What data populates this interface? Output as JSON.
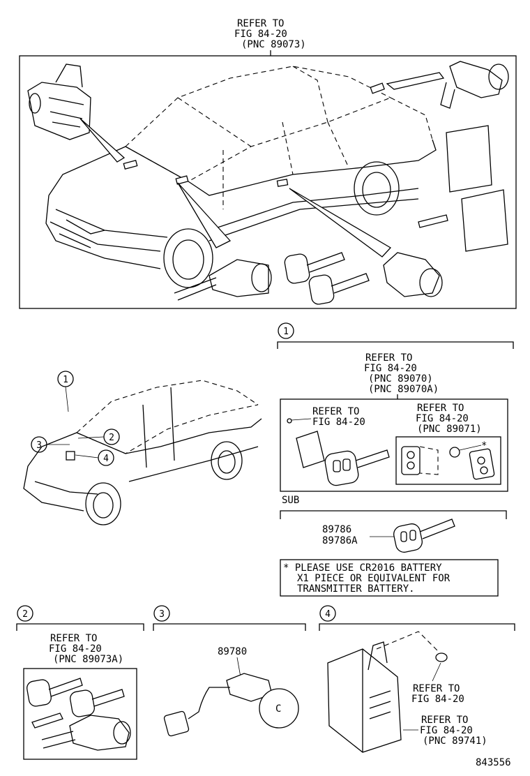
{
  "top_refer": [
    "REFER TO",
    "FIG 84-20",
    "(PNC 89073)"
  ],
  "sec1": {
    "num": "1",
    "refer_a": [
      "REFER TO",
      "FIG 84-20",
      "(PNC 89070)",
      "(PNC 89070A)"
    ],
    "refer_b": [
      "REFER TO",
      "FIG 84-20"
    ],
    "refer_c": [
      "REFER TO",
      "FIG 84-20",
      "(PNC 89071)"
    ],
    "sub_label": "SUB",
    "sub_parts": [
      "89786",
      "89786A"
    ],
    "asterisk": "*",
    "note": [
      "* PLEASE USE CR2016 BATTERY",
      "X1 PIECE OR EQUIVALENT FOR",
      "TRANSMITTER BATTERY."
    ]
  },
  "callouts_small_car": [
    "1",
    "2",
    "3",
    "4"
  ],
  "sec2": {
    "num": "2",
    "refer": [
      "REFER TO",
      "FIG 84-20",
      "(PNC 89073A)"
    ]
  },
  "sec3": {
    "num": "3",
    "part": "89780",
    "coil_letter": "C"
  },
  "sec4": {
    "num": "4",
    "refer_a": [
      "REFER TO",
      "FIG 84-20"
    ],
    "refer_b": [
      "REFER TO",
      "FIG 84-20",
      "(PNC 89741)"
    ]
  },
  "figure_code": "843556"
}
